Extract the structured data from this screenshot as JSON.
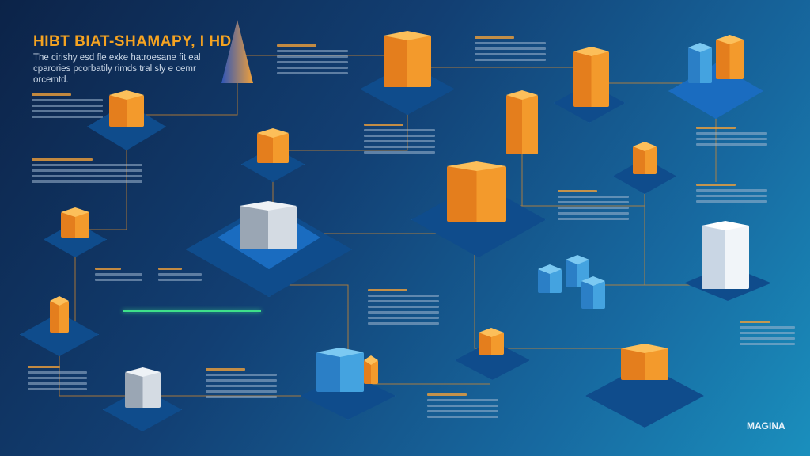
{
  "header": {
    "title": "HIBT BIAT-SHAMAPY, I HD",
    "subtitle": "The cirishy esd fle exke hatroesane fit eal cparories pcorbatily rimds tral sly e cemr orcemtd."
  },
  "logo": "MAGINA",
  "colors": {
    "accent": "#f5a321",
    "background_top": "#0c2348",
    "background_bottom": "#1a8fbd",
    "connector": "#d98a2a",
    "highlight": "#3ee08a"
  }
}
